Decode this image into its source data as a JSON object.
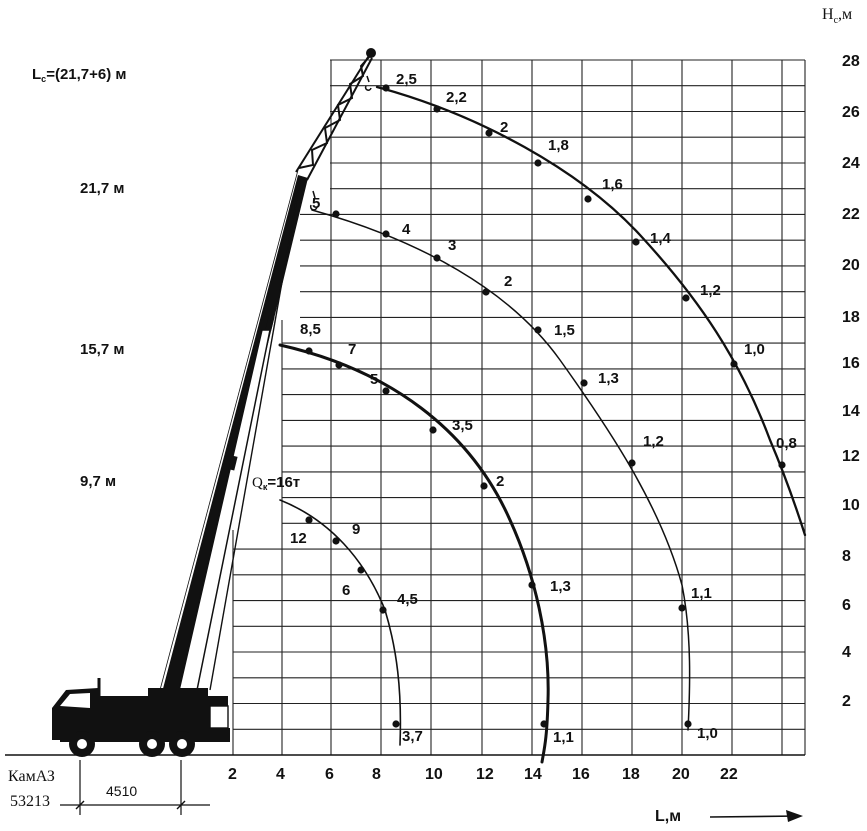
{
  "axes": {
    "h_label": "H",
    "h_label_sub": "c",
    "h_label_unit": ",м",
    "l_label": "L,м",
    "h_ticks": [
      "28",
      "26",
      "24",
      "22",
      "20",
      "18",
      "16",
      "14",
      "12",
      "10",
      "8",
      "6",
      "4",
      "2"
    ],
    "l_ticks": [
      "2",
      "4",
      "6",
      "8",
      "10",
      "12",
      "14",
      "16",
      "18",
      "20",
      "22"
    ]
  },
  "boom_labels": [
    {
      "text": "L",
      "sub": "с",
      "rest": "=(21,7+6) м"
    },
    {
      "text": "21,7  м"
    },
    {
      "text": "15,7  м"
    },
    {
      "text": "9,7  м"
    }
  ],
  "vehicle": {
    "model_line1": "КамАЗ",
    "model_line2": "53213",
    "dimension": "4510"
  },
  "qk_label": {
    "main": "Q",
    "sub": "к",
    "rest": "=16т"
  },
  "curves": [
    {
      "name": "boom-9.7",
      "labels": [
        "12",
        "9",
        "6",
        "4,5",
        "3,7"
      ]
    },
    {
      "name": "boom-15.7",
      "labels": [
        "8,5",
        "7",
        "5",
        "3,5",
        "2",
        "1,3",
        "1,1"
      ]
    },
    {
      "name": "boom-21.7",
      "labels": [
        "5",
        "4",
        "3",
        "2",
        "1,5",
        "1,3",
        "1,2",
        "1,1",
        "1,0"
      ]
    },
    {
      "name": "boom-jib",
      "labels": [
        "2,5",
        "2,2",
        "2",
        "1,8",
        "1,6",
        "1,4",
        "1,2",
        "1,0",
        "0,8"
      ]
    }
  ],
  "colors": {
    "ink": "#111111",
    "paper": "#ffffff"
  }
}
